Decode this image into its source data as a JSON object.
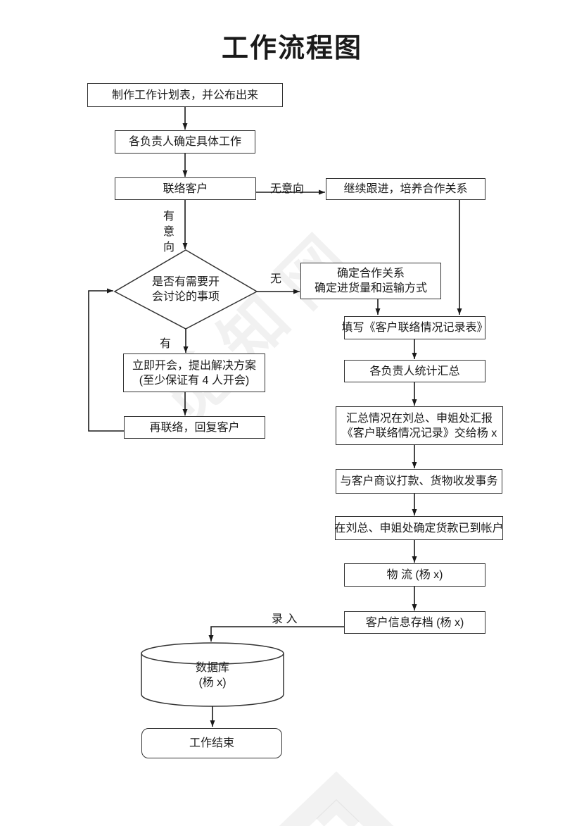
{
  "page": {
    "title": "工作流程图"
  },
  "flowchart": {
    "nodes": {
      "plan": "制作工作计划表，并公布出来",
      "assign": "各负责人确定具体工作",
      "contact": "联络客户",
      "follow_up": "继续跟进，培养合作关系",
      "decision_line1": "是否有需要开",
      "decision_line2": "会讨论的事项",
      "confirm_line1": "确定合作关系",
      "confirm_line2": "确定进货量和运输方式",
      "fill_form": "填写《客户联络情况记录表》",
      "meeting_line1": "立即开会，提出解决方案",
      "meeting_line2": "(至少保证有 4 人开会)",
      "stats": "各负责人统计汇总",
      "recontact": "再联络，回复客户",
      "report_line1": "汇总情况在刘总、申姐处汇报",
      "report_line2": "《客户联络情况记录》交给杨 x",
      "negotiate": "与客户商议打款、货物收发事务",
      "verify_payment": "在刘总、申姐处确定货款已到帐户",
      "logistics": "物 流 (杨 x)",
      "archive": "客户信息存档 (杨 x)",
      "database_line1": "数据库",
      "database_line2": "(杨 x)",
      "end": "工作结束"
    },
    "edge_labels": {
      "no_intent": "无意向",
      "has_intent": "有意向",
      "no": "无",
      "yes": "有",
      "record_entry": "录 入"
    }
  },
  "watermark": {
    "text": "觅知网"
  },
  "colors": {
    "line": "#333333",
    "background": "#ffffff"
  }
}
